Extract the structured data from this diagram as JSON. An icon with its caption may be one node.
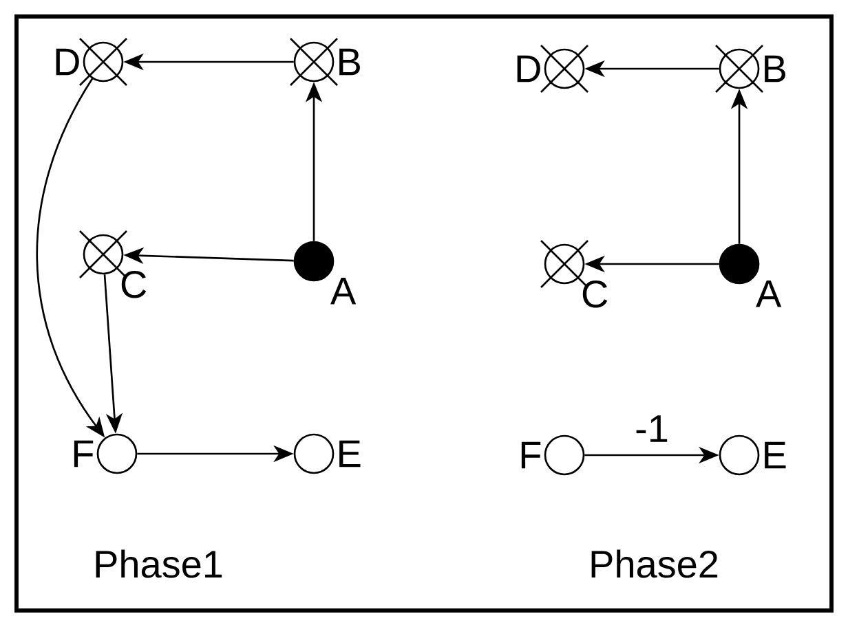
{
  "diagram": {
    "nodes": [
      {
        "text": [],
        "shape": "cross",
        "beside": [
          "D"
        ]
      },
      {
        "text": [],
        "shape": "cross",
        "beside": [
          "B"
        ]
      },
      {
        "text": [],
        "shape": "cross",
        "beside": [
          "C"
        ]
      },
      {
        "text": [],
        "shape": "dot",
        "beside": [
          "A"
        ]
      },
      {
        "text": [],
        "shape": "circle",
        "beside": [
          "F"
        ]
      },
      {
        "text": [],
        "shape": "circle",
        "beside": [
          "E"
        ]
      },
      {
        "text": [],
        "shape": "cross",
        "beside": [
          "D"
        ]
      },
      {
        "text": [],
        "shape": "cross",
        "beside": [
          "B"
        ]
      },
      {
        "text": [],
        "shape": "cross",
        "beside": [
          "C"
        ]
      },
      {
        "text": [],
        "shape": "dot",
        "beside": [
          "A"
        ]
      },
      {
        "text": [],
        "shape": "circle",
        "beside": [
          "F"
        ]
      },
      {
        "text": [],
        "shape": "circle",
        "beside": [
          "E"
        ]
      }
    ],
    "edges": [
      {
        "from": 1,
        "to": 0,
        "arrow": "to"
      },
      {
        "from": 3,
        "to": 1,
        "arrow": "to"
      },
      {
        "from": 3,
        "to": 2,
        "arrow": "to"
      },
      {
        "from": 0,
        "to": 4,
        "arrow": "to"
      },
      {
        "from": 2,
        "to": 4,
        "arrow": "to"
      },
      {
        "from": 4,
        "to": 5,
        "arrow": "to"
      },
      {
        "from": 7,
        "to": 6,
        "arrow": "to"
      },
      {
        "from": 9,
        "to": 7,
        "arrow": "to"
      },
      {
        "from": 9,
        "to": 8,
        "arrow": "to"
      },
      {
        "from": 10,
        "to": 11,
        "label": "-1",
        "arrow": "to"
      }
    ],
    "labels": [
      "Phase1",
      "Phase2"
    ]
  }
}
